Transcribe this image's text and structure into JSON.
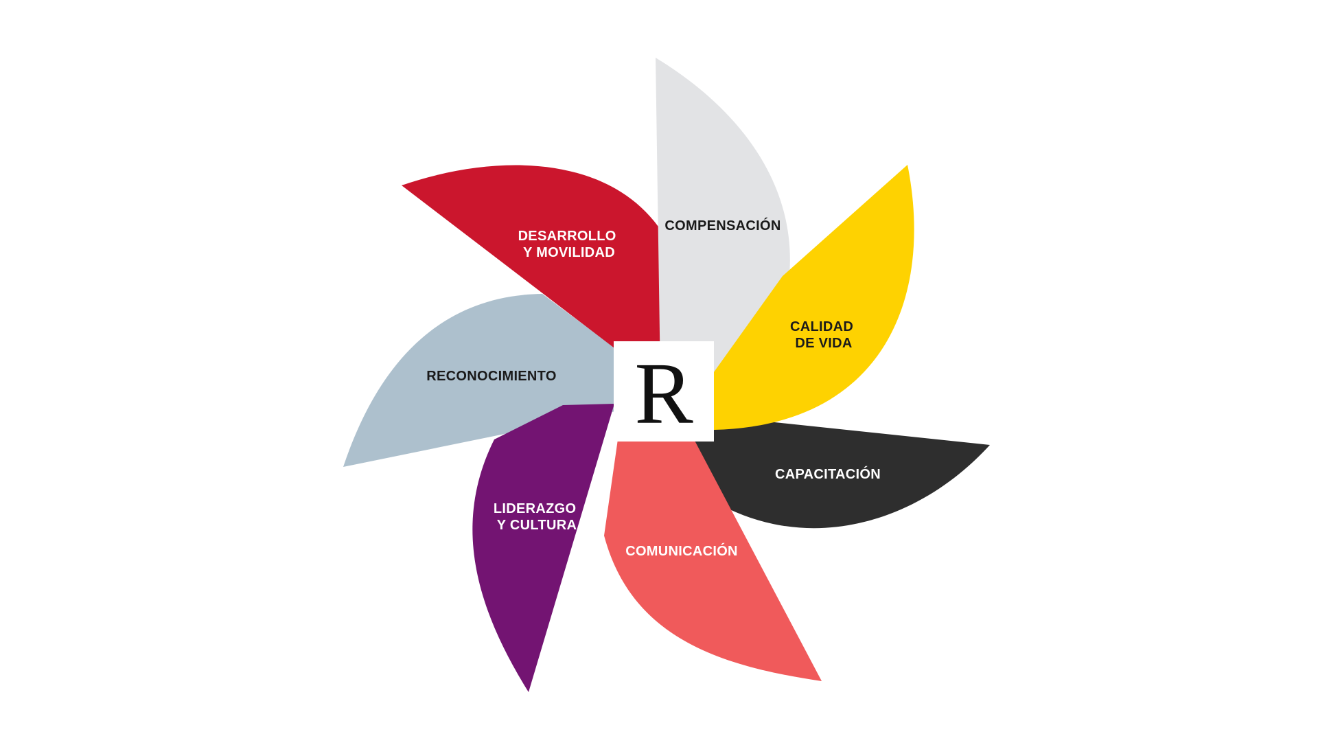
{
  "diagram": {
    "logo": {
      "letter": "R",
      "background": "#ffffff",
      "color": "#111111"
    },
    "petals": [
      {
        "id": "compensacion",
        "lines": [
          "COMPENSACIÓN"
        ],
        "color": "#e2e3e5",
        "text_color": "#1a1a1a"
      },
      {
        "id": "calidad-de-vida",
        "lines": [
          "CALIDAD",
          "DE VIDA"
        ],
        "color": "#fed201",
        "text_color": "#1a1a1a"
      },
      {
        "id": "capacitacion",
        "lines": [
          "CAPACITACIÓN"
        ],
        "color": "#2e2e2e",
        "text_color": "#ffffff"
      },
      {
        "id": "comunicacion",
        "lines": [
          "COMUNICACIÓN"
        ],
        "color": "#f05a5b",
        "text_color": "#ffffff"
      },
      {
        "id": "liderazgo-y-cultura",
        "lines": [
          "LIDERAZGO",
          "Y CULTURA"
        ],
        "color": "#731472",
        "text_color": "#ffffff"
      },
      {
        "id": "reconocimiento",
        "lines": [
          "RECONOCIMIENTO"
        ],
        "color": "#adc0cd",
        "text_color": "#1a1a1a"
      },
      {
        "id": "desarrollo-y-movilidad",
        "lines": [
          "DESARROLLO",
          "Y MOVILIDAD"
        ],
        "color": "#cb162d",
        "text_color": "#ffffff"
      }
    ]
  }
}
